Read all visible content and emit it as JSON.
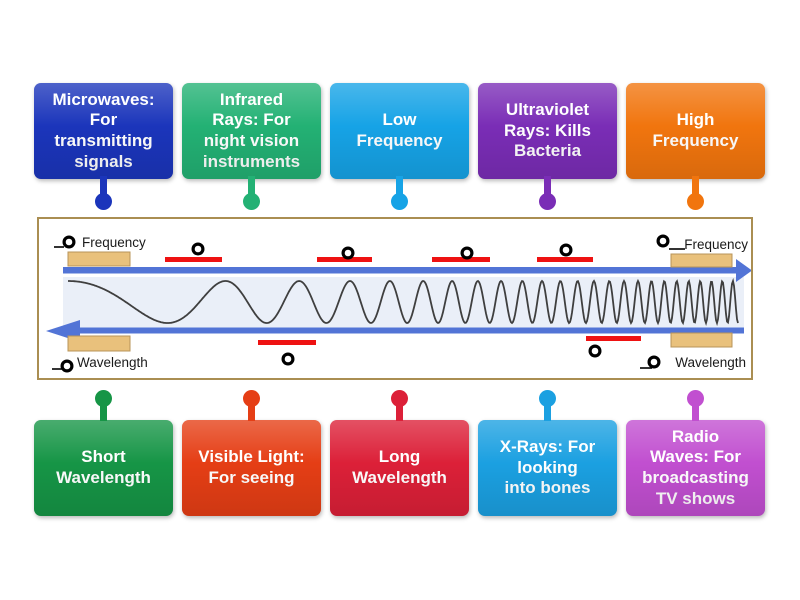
{
  "activity": {
    "top_labels": [
      {
        "text": "Microwaves:\nFor\ntransmitting\nsignals",
        "color": "#1b35bb"
      },
      {
        "text": "Infrared\nRays: For\nnight vision\ninstruments",
        "color": "#23b174"
      },
      {
        "text": "Low\nFrequency",
        "color": "#16a3e6"
      },
      {
        "text": "Ultraviolet\nRays: Kills\nBacteria",
        "color": "#7a2db6"
      },
      {
        "text": "High\nFrequency",
        "color": "#f1750e"
      }
    ],
    "bottom_labels": [
      {
        "text": "Short\nWavelength",
        "color": "#169546"
      },
      {
        "text": "Visible Light:\nFor seeing",
        "color": "#e53e15"
      },
      {
        "text": "Long\nWavelength",
        "color": "#dc2038"
      },
      {
        "text": "X-Rays: For\nlooking\ninto bones",
        "color": "#1ba0e1"
      },
      {
        "text": "Radio\nWaves: For\nbroadcasting\nTV shows",
        "color": "#c14fd0"
      }
    ],
    "diagram": {
      "frequency_label_left": "Frequency",
      "wavelength_label_left": "Wavelength",
      "frequency_label_right": "Frequency",
      "wavelength_label_right": "Wavelength",
      "colors": {
        "frame_border": "#aa8e52",
        "arrow": "#5274d6",
        "wave": "#3f3f3f",
        "marker_bar": "#ee1212",
        "answer_box": "#e9c17c",
        "answer_box_border": "#b8945a",
        "band": "#e3e9f6"
      }
    }
  }
}
